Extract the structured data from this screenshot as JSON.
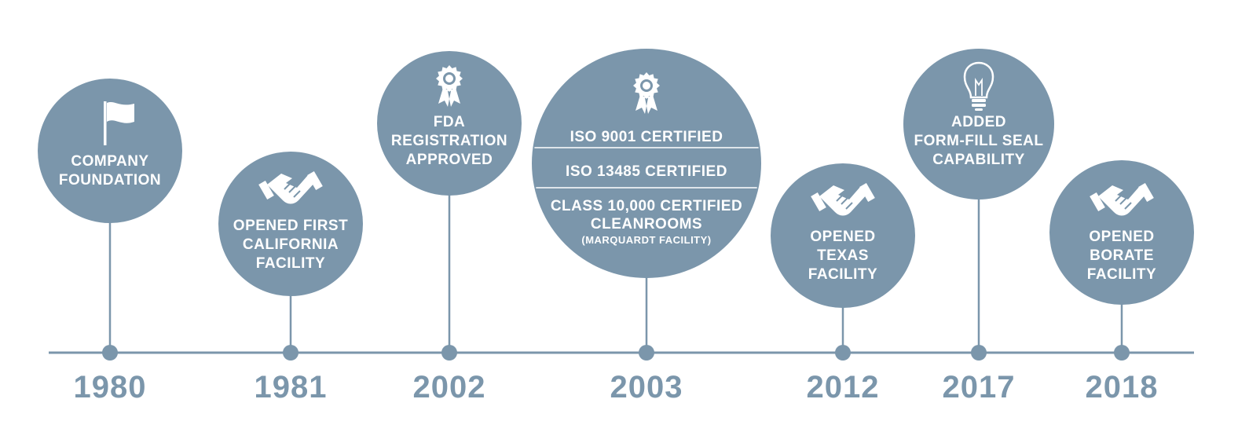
{
  "colors": {
    "accent": "#7b96ab",
    "text_on_circle": "#ffffff",
    "background": "#ffffff"
  },
  "events": [
    {
      "year": "1980",
      "icon": "flag-icon",
      "lines": [
        "COMPANY",
        "FOUNDATION"
      ]
    },
    {
      "year": "1981",
      "icon": "handshake-icon",
      "lines": [
        "OPENED FIRST",
        "CALIFORNIA",
        "FACILITY"
      ]
    },
    {
      "year": "2002",
      "icon": "award-ribbon-icon",
      "lines": [
        "FDA",
        "REGISTRATION",
        "APPROVED"
      ]
    },
    {
      "year": "2003",
      "icon": "award-ribbon-icon",
      "sections": [
        {
          "lines": [
            "ISO 9001 CERTIFIED"
          ]
        },
        {
          "lines": [
            "ISO 13485 CERTIFIED"
          ]
        },
        {
          "lines": [
            "CLASS 10,000 CERTIFIED",
            "CLEANROOMS"
          ],
          "note": "(MARQUARDT FACILITY)"
        }
      ]
    },
    {
      "year": "2012",
      "icon": "handshake-icon",
      "lines": [
        "OPENED",
        "TEXAS",
        "FACILITY"
      ]
    },
    {
      "year": "2017",
      "icon": "lightbulb-icon",
      "lines": [
        "ADDED",
        "FORM-FILL SEAL",
        "CAPABILITY"
      ]
    },
    {
      "year": "2018",
      "icon": "handshake-icon",
      "lines": [
        "OPENED",
        "BORATE",
        "FACILITY"
      ]
    }
  ]
}
